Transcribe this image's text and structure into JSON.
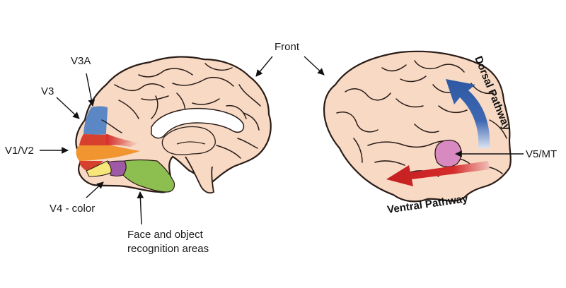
{
  "labels": {
    "v3a": "V3A",
    "v3": "V3",
    "v1v2": "V1/V2",
    "v4": "V4 - color",
    "face_line1": "Face and object",
    "face_line2": "recognition areas",
    "front": "Front",
    "v5mt": "V5/MT",
    "dorsal": "Dorsal Pathway",
    "ventral": "Ventral Pathway"
  },
  "colors": {
    "brain_fill": "#f7d9c4",
    "brain_outline": "#2a1c17",
    "v3a_blue": "#5b87c5",
    "v1v2_red": "#d8402e",
    "v1v2_orange": "#f0952f",
    "v4_yellow": "#f7e67a",
    "v4_purple": "#9e5aa7",
    "face_green": "#8dbe50",
    "v5_pink": "#d88ac0",
    "dorsal_arrow": "#3d68b1",
    "ventral_arrow": "#d52b2b"
  }
}
